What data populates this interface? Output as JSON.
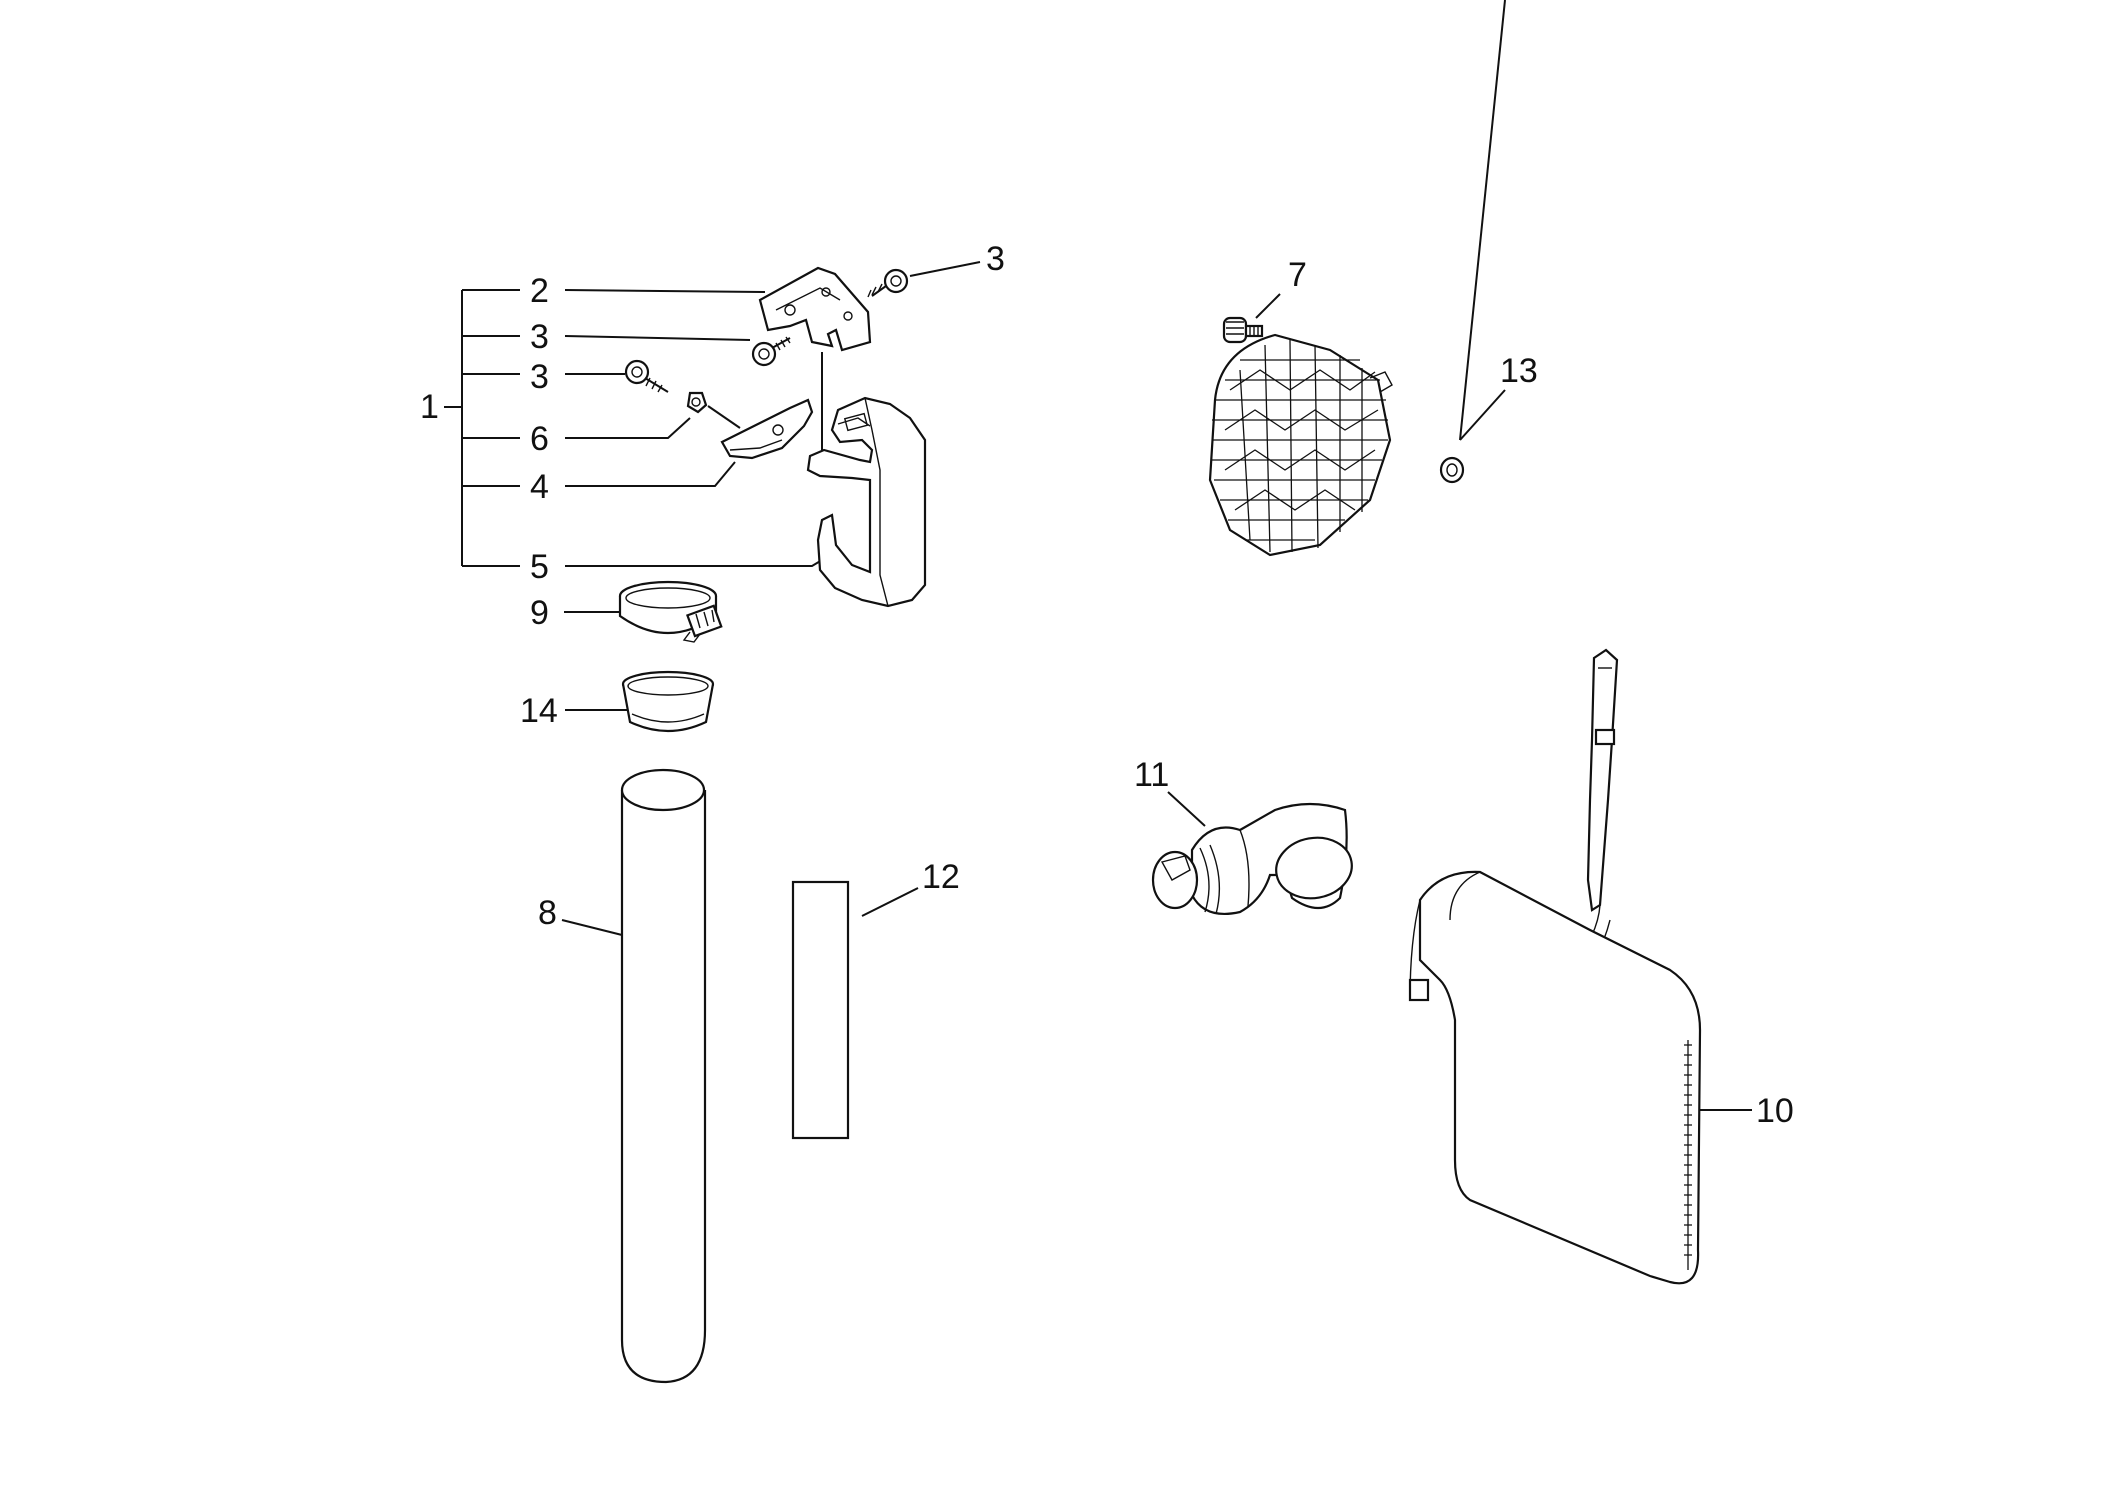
{
  "callouts": {
    "c1": "1",
    "c2": "2",
    "c3_top": "3",
    "c3_a": "3",
    "c3_b": "3",
    "c4": "4",
    "c5": "5",
    "c6": "6",
    "c7": "7",
    "c8": "8",
    "c9": "9",
    "c10": "10",
    "c11": "11",
    "c12": "12",
    "c13": "13",
    "c14": "14"
  }
}
